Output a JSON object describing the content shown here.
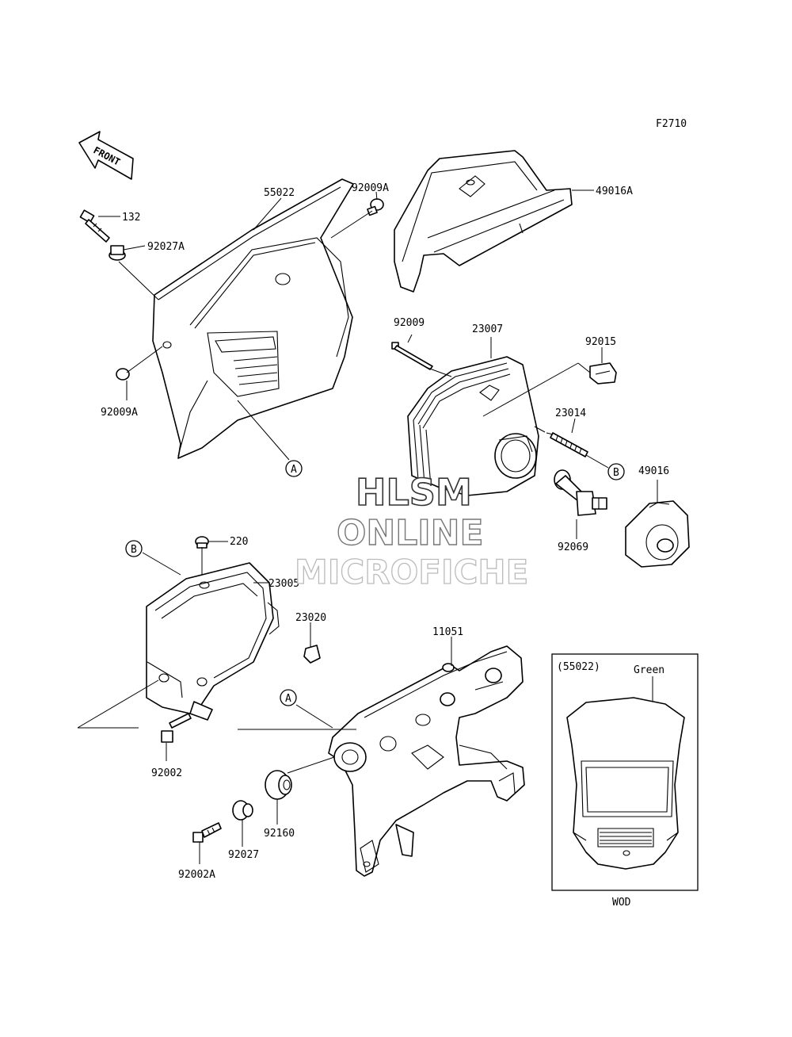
{
  "figure_code": "F2710",
  "front_label": "FRONT",
  "parts": {
    "p55022": "55022",
    "p92009A_top": "92009A",
    "p49016A": "49016A",
    "p132": "132",
    "p92027A": "92027A",
    "p92009A_left": "92009A",
    "p92009": "92009",
    "p23007": "23007",
    "p92015": "92015",
    "p23014": "23014",
    "p49016": "49016",
    "p92069": "92069",
    "p220": "220",
    "p23005": "23005",
    "p23020": "23020",
    "p11051": "11051",
    "p92002": "92002",
    "p92160": "92160",
    "p92027": "92027",
    "p92002A": "92002A"
  },
  "refs": {
    "a1": "A",
    "b1": "B",
    "b2": "B",
    "a2": "A"
  },
  "inset": {
    "title": "(55022)",
    "color": "Green",
    "variant": "WOD"
  },
  "watermark": {
    "line1": "HLSM",
    "line2": "ONLINE",
    "line3": "MICROFICHE"
  }
}
